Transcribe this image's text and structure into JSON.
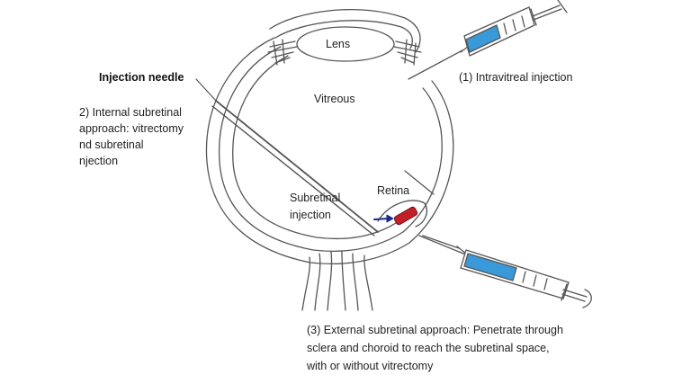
{
  "labels": {
    "lens": "Lens",
    "vitreous": "Vitreous",
    "retina": "Retina",
    "injection_needle": "Injection needle",
    "subretinal_injection": "Subretinal\ninjection",
    "intravitreal": "(1) Intravitreal injection",
    "internal_subretinal": "2) Internal subretinal\napproach: vitrectomy\nnd subretinal\nnjection",
    "external_subretinal": "(3) External subretinal approach: Penetrate through\nsclera and choroid to reach the subretinal space,\nwith or without vitrectomy"
  },
  "colors": {
    "outline": "#555555",
    "syringe_fill": "#3a9ad9",
    "bleb": "#c0202a",
    "arrow": "#1a2a8a"
  }
}
